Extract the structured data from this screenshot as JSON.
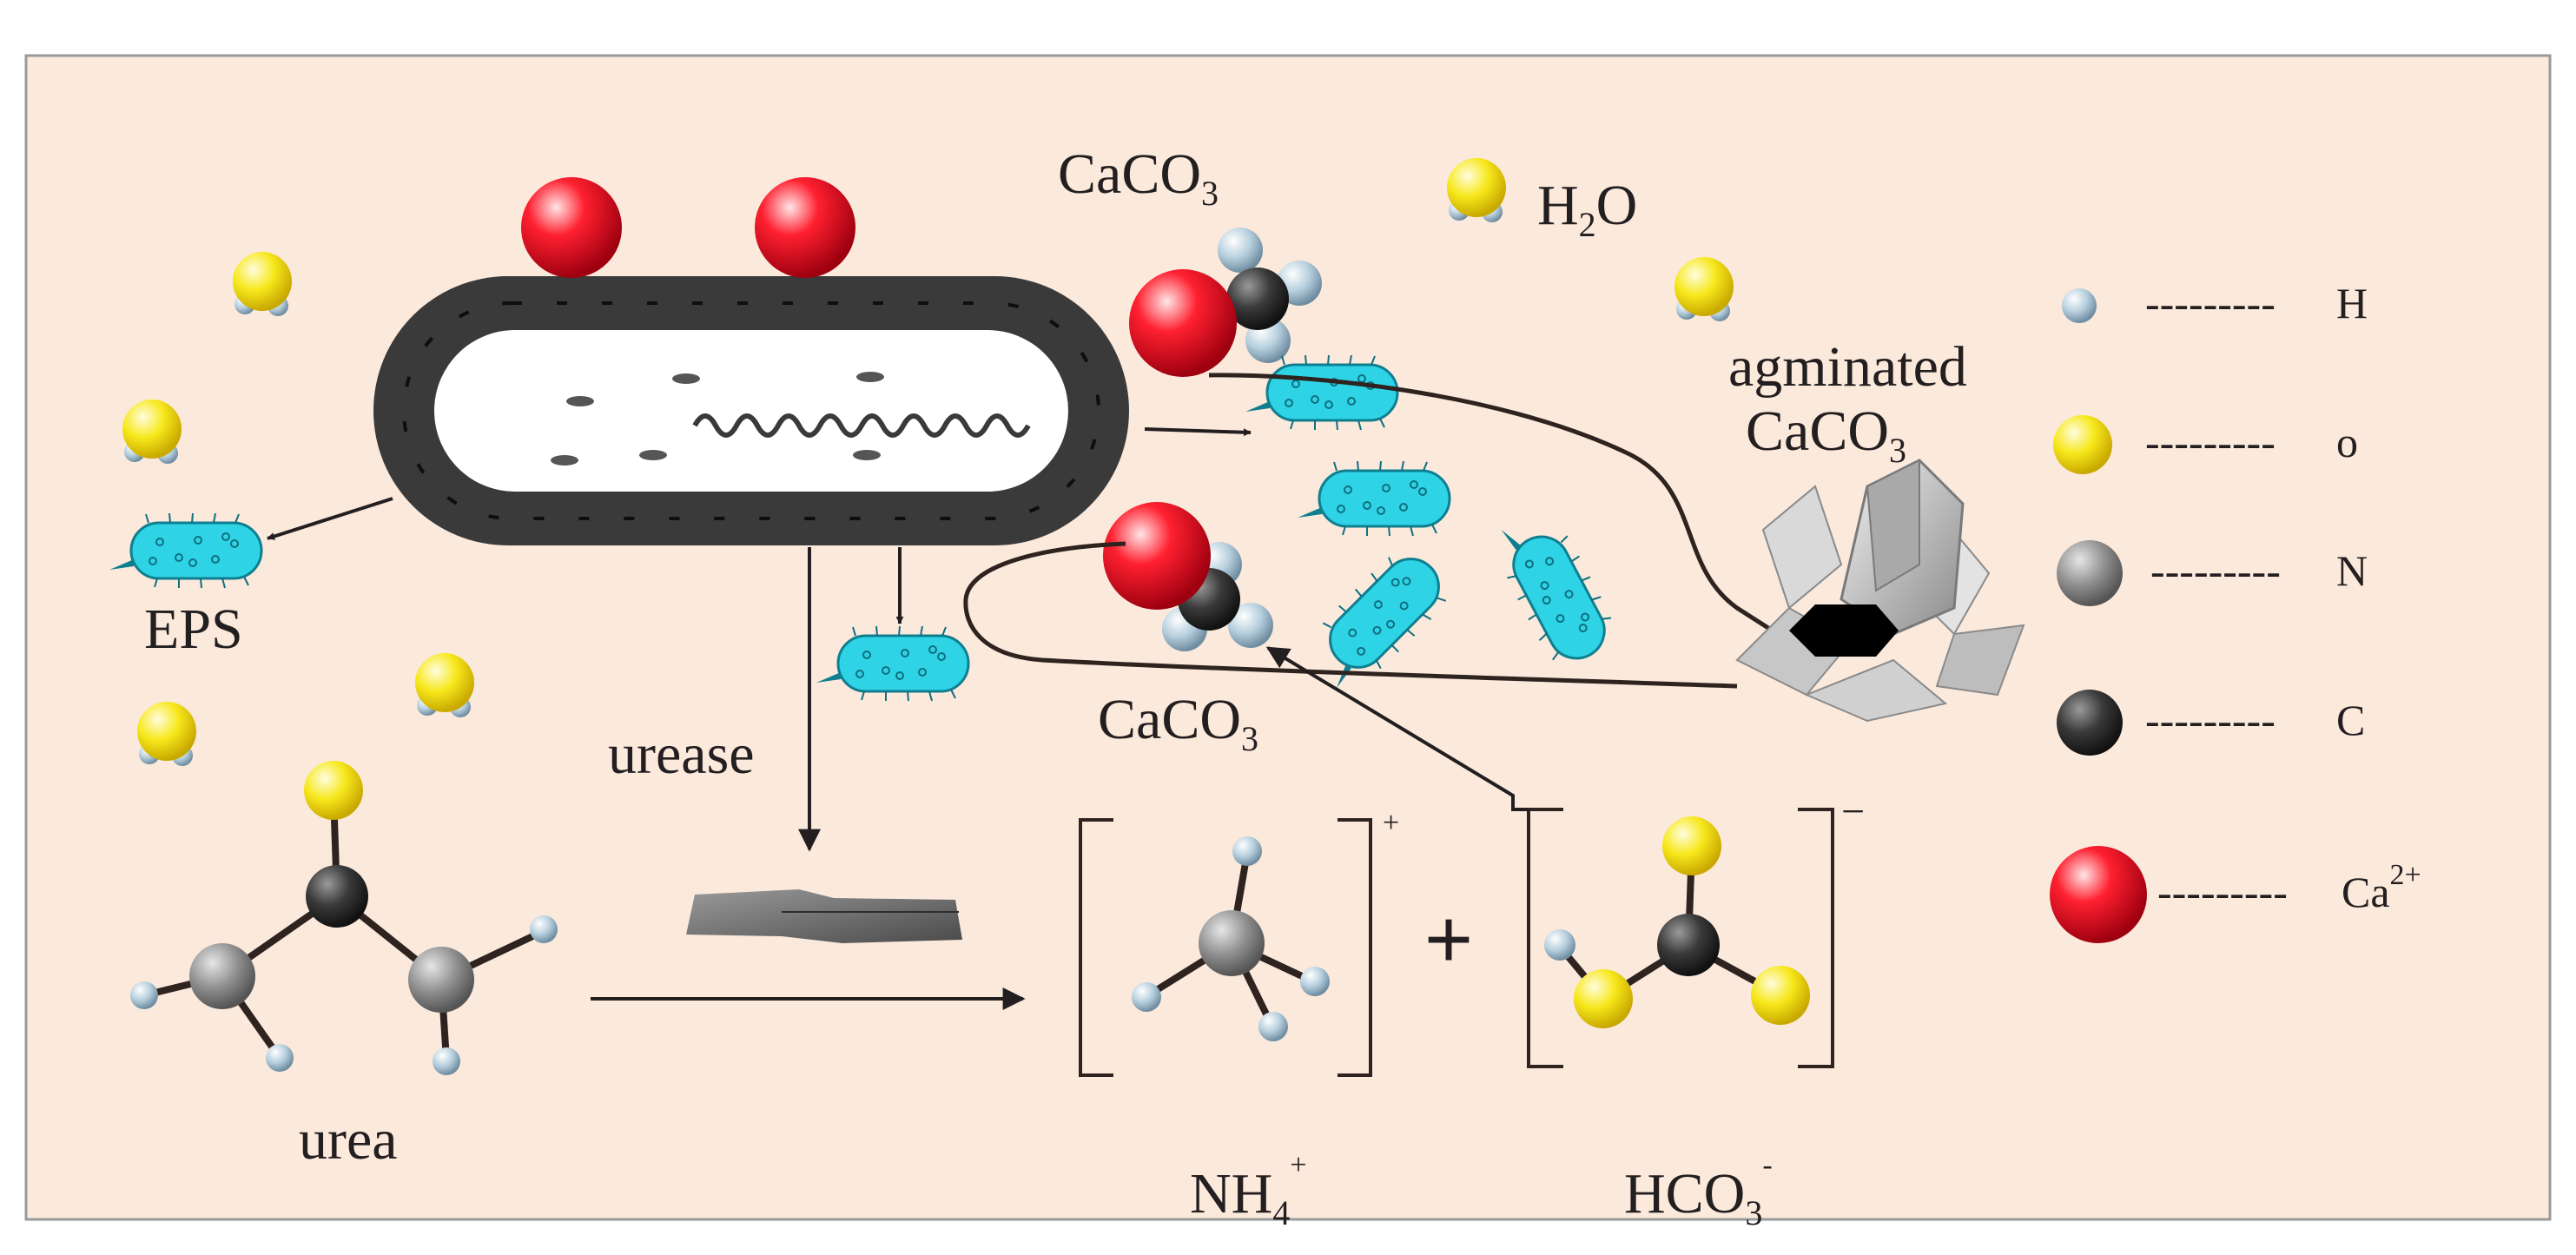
{
  "labels": {
    "caco3_top": {
      "main": "CaCO",
      "sub": "3"
    },
    "h2o": {
      "h": "H",
      "sub": "2",
      "o": "O"
    },
    "agminated": "agminated",
    "agminated_caco3": {
      "main": "CaCO",
      "sub": "3"
    },
    "eps": "EPS",
    "urease": "urease",
    "caco3_mid": {
      "main": "CaCO",
      "sub": "3"
    },
    "urea": "urea",
    "nh4": {
      "main": "NH",
      "sub": "4",
      "sup": "+"
    },
    "hco3": {
      "main": "HCO",
      "sub": "3",
      "sup": "-"
    },
    "bracket_plus": "+",
    "bracket_minus": "−",
    "plus": "+"
  },
  "legend": [
    {
      "atom": "H",
      "line": "---------",
      "label": "H"
    },
    {
      "atom": "O",
      "line": "---------",
      "label": "o"
    },
    {
      "atom": "N",
      "line": "---------",
      "label": "N"
    },
    {
      "atom": "C",
      "line": "---------",
      "label": "C"
    },
    {
      "atom": "Ca",
      "line": "---------",
      "label": "Ca",
      "sup": "2+"
    }
  ],
  "colors": {
    "background": "#fbe9dc",
    "frame": "#9a9a9a",
    "bacterium": "#3a3a3a",
    "cell_inner": "#ffffff",
    "eps_fill": "#2fd3e6",
    "hydrogen": "#a8c6d8",
    "oxygen": "#f4e31a",
    "nitrogen": "#8e8e8e",
    "carbon": "#3d3d3d",
    "calcium": "#e21b2a"
  }
}
